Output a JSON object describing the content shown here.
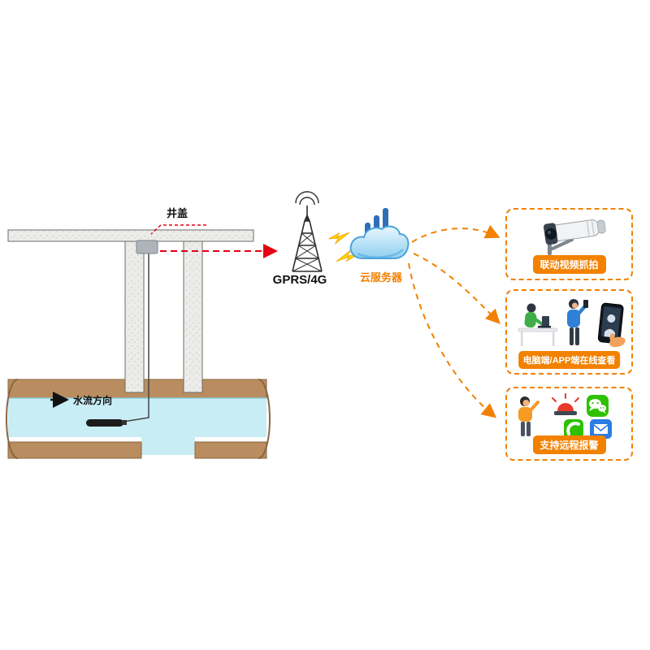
{
  "well": {
    "cover_label": "井盖",
    "flow_label": "水流方向",
    "flow_arrow_icon": "flow-direction-arrow",
    "sensor_icon": "water-level-sensor",
    "logger_icon": "well-logger-device"
  },
  "network": {
    "gprs_label": "GPRS/4G",
    "tower_icon": "cell-tower-icon",
    "lightning_icon": "lightning-bolts-icon",
    "cloud_label": "云服务器",
    "cloud_icon": "cloud-server-icon"
  },
  "outputs": [
    {
      "label": "联动视频抓拍",
      "icon": "cctv-camera-icon"
    },
    {
      "label": "电脑端/APP端在线查看",
      "icon": "people-devices-icon"
    },
    {
      "label": "支持远程报警",
      "icon": "alarm-wechat-mail-icons"
    }
  ],
  "colors": {
    "accent_orange": "#F28100",
    "arrow_red": "#E60012",
    "water_cyan": "#C9EDF5",
    "soil_brown": "#B98D5F",
    "wechat_green": "#2DC100",
    "mail_blue": "#2A7DE1",
    "alarm_red": "#E8392B",
    "cloud_blue": "#4AA3DC",
    "bar_blue": "#2E6FB7"
  }
}
